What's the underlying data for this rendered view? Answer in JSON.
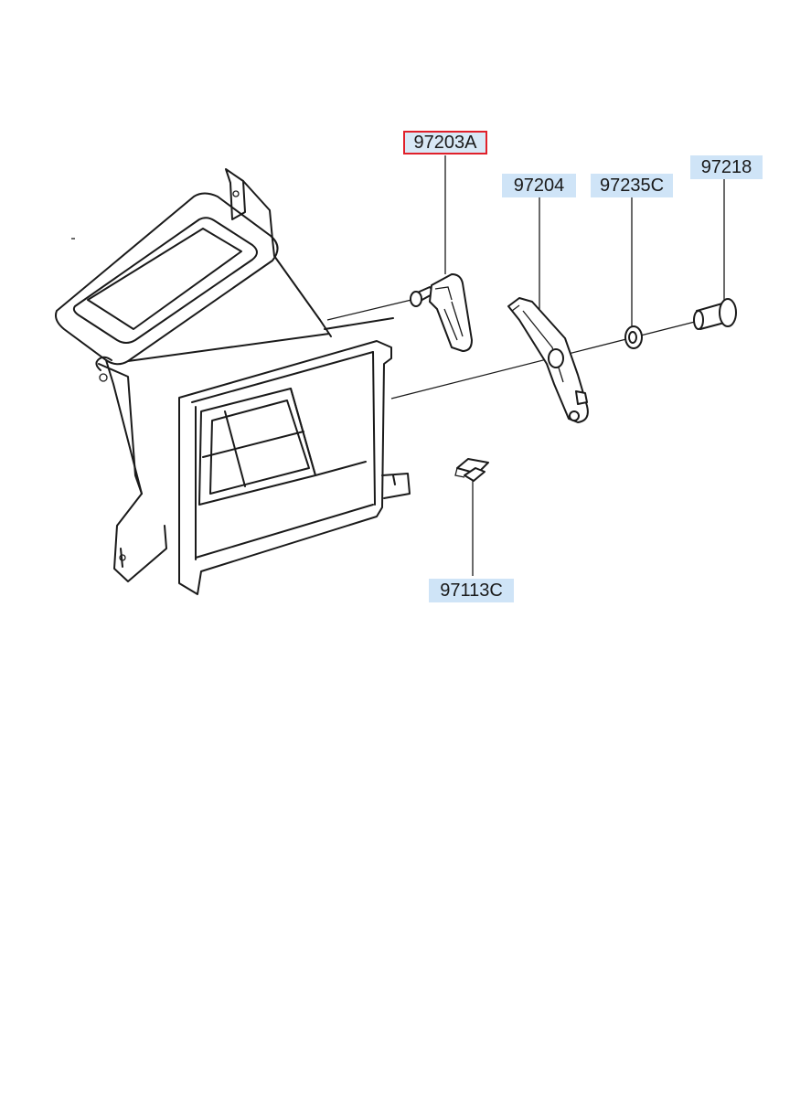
{
  "parts": {
    "p97203A": {
      "code": "97203A",
      "selected": true
    },
    "p97204": {
      "code": "97204",
      "selected": false
    },
    "p97235C": {
      "code": "97235C",
      "selected": false
    },
    "p97218": {
      "code": "97218",
      "selected": false
    },
    "p97113C": {
      "code": "97113C",
      "selected": false
    }
  },
  "colors": {
    "label_background": "#cfe4f7",
    "selected_border": "#e0202a",
    "line": "#1a1a1a"
  }
}
